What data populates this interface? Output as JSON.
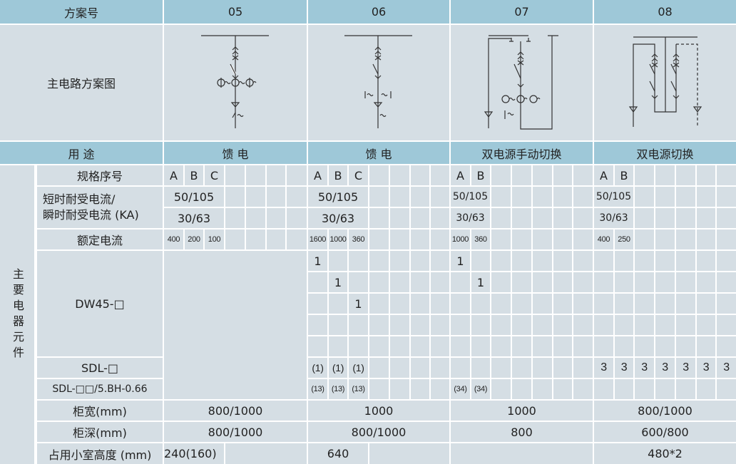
{
  "header": {
    "label": "方案号",
    "schemes": [
      "05",
      "06",
      "07",
      "08"
    ]
  },
  "diagram_row": {
    "label": "主电路方案图"
  },
  "usage_row": {
    "label": "用  途",
    "values": [
      "馈  电",
      "馈  电",
      "双电源手动切换",
      "双电源切换"
    ]
  },
  "side_label": "主要电器元件",
  "row_labels": {
    "spec": "规格序号",
    "current_line1": "短时耐受电流/",
    "current_line2": "瞬时耐受电流 (KA)",
    "rated": "额定电流",
    "dw": "DW45-□",
    "sdl": "SDL-□",
    "sdl2": "SDL-□□/5.BH-0.66",
    "width": "柜宽(mm)",
    "depth": "柜深(mm)",
    "occupy": "占用小室高度 (mm)"
  },
  "groups": [
    {
      "scheme": "05",
      "spec": [
        "A",
        "B",
        "C",
        "",
        "",
        "",
        ""
      ],
      "short": [
        {
          "t": "50/105",
          "span": 3
        },
        "",
        "",
        "",
        ""
      ],
      "instant": [
        {
          "t": "30/63",
          "span": 3
        },
        "",
        "",
        "",
        ""
      ],
      "rated": [
        "400",
        "200",
        "100",
        "",
        "",
        "",
        ""
      ],
      "block": true,
      "width": [
        {
          "t": "800/1000",
          "span": 7
        }
      ],
      "depth": [
        {
          "t": "800/1000",
          "span": 7
        }
      ],
      "occupy": [
        {
          "t": "240(160)",
          "span": 3
        },
        {
          "t": "",
          "span": 4
        }
      ]
    },
    {
      "scheme": "06",
      "spec": [
        "A",
        "B",
        "C",
        "",
        "",
        "",
        ""
      ],
      "short": [
        {
          "t": "50/105",
          "span": 3
        },
        "",
        "",
        "",
        ""
      ],
      "instant": [
        {
          "t": "30/63",
          "span": 3
        },
        "",
        "",
        "",
        ""
      ],
      "rated": [
        "1600",
        "1000",
        "360",
        "",
        "",
        "",
        ""
      ],
      "dw1": [
        "1",
        "",
        "",
        "",
        "",
        "",
        ""
      ],
      "dw2": [
        "",
        "1",
        "",
        "",
        "",
        "",
        ""
      ],
      "dw3": [
        "",
        "",
        "1",
        "",
        "",
        "",
        ""
      ],
      "dw4": [
        "",
        "",
        "",
        "",
        "",
        "",
        ""
      ],
      "dw5": [
        "",
        "",
        "",
        "",
        "",
        "",
        ""
      ],
      "sdl": [
        "(1)",
        "(1)",
        "(1)",
        "",
        "",
        "",
        ""
      ],
      "sdl2": [
        "(13)",
        "(13)",
        "(13)",
        "",
        "",
        "",
        ""
      ],
      "width": [
        {
          "t": "1000",
          "span": 7
        }
      ],
      "depth": [
        {
          "t": "800/1000",
          "span": 7
        }
      ],
      "occupy": [
        {
          "t": "640",
          "span": 3
        },
        {
          "t": "",
          "span": 4
        }
      ]
    },
    {
      "scheme": "07",
      "spec": [
        "A",
        "B",
        "",
        "",
        "",
        "",
        ""
      ],
      "short": [
        {
          "t": "50/105",
          "span": 2
        },
        "",
        "",
        "",
        "",
        ""
      ],
      "instant": [
        {
          "t": "30/63",
          "span": 2
        },
        "",
        "",
        "",
        "",
        ""
      ],
      "rated": [
        "1000",
        "360",
        "",
        "",
        "",
        "",
        ""
      ],
      "dw1": [
        "1",
        "",
        "",
        "",
        "",
        "",
        ""
      ],
      "dw2": [
        "",
        "1",
        "",
        "",
        "",
        "",
        ""
      ],
      "dw3": [
        "",
        "",
        "",
        "",
        "",
        "",
        ""
      ],
      "dw4": [
        "",
        "",
        "",
        "",
        "",
        "",
        ""
      ],
      "dw5": [
        "",
        "",
        "",
        "",
        "",
        "",
        ""
      ],
      "sdl": [
        "",
        "",
        "",
        "",
        "",
        "",
        ""
      ],
      "sdl2": [
        "(34)",
        "(34)",
        "",
        "",
        "",
        "",
        ""
      ],
      "width": [
        {
          "t": "1000",
          "span": 7
        }
      ],
      "depth": [
        {
          "t": "800",
          "span": 7
        }
      ],
      "occupy": [
        {
          "t": "",
          "span": 7
        }
      ]
    },
    {
      "scheme": "08",
      "spec": [
        "A",
        "B",
        "",
        "",
        "",
        "",
        ""
      ],
      "short": [
        {
          "t": "50/105",
          "span": 2
        },
        "",
        "",
        "",
        "",
        ""
      ],
      "instant": [
        {
          "t": "30/63",
          "span": 2
        },
        "",
        "",
        "",
        "",
        ""
      ],
      "rated": [
        "400",
        "250",
        "",
        "",
        "",
        "",
        ""
      ],
      "dw1": [
        "",
        "",
        "",
        "",
        "",
        "",
        ""
      ],
      "dw2": [
        "",
        "",
        "",
        "",
        "",
        "",
        ""
      ],
      "dw3": [
        "",
        "",
        "",
        "",
        "",
        "",
        ""
      ],
      "dw4": [
        "",
        "",
        "",
        "",
        "",
        "",
        ""
      ],
      "dw5": [
        "",
        "",
        "",
        "",
        "",
        "",
        ""
      ],
      "sdl": [
        "3",
        "3",
        "3",
        "3",
        "3",
        "3",
        "3"
      ],
      "sdl2": [
        "",
        "",
        "",
        "",
        "",
        "",
        ""
      ],
      "width": [
        {
          "t": "800/1000",
          "span": 7
        }
      ],
      "depth": [
        {
          "t": "600/800",
          "span": 7
        }
      ],
      "occupy": [
        {
          "t": "480*2",
          "span": 7
        }
      ]
    }
  ]
}
